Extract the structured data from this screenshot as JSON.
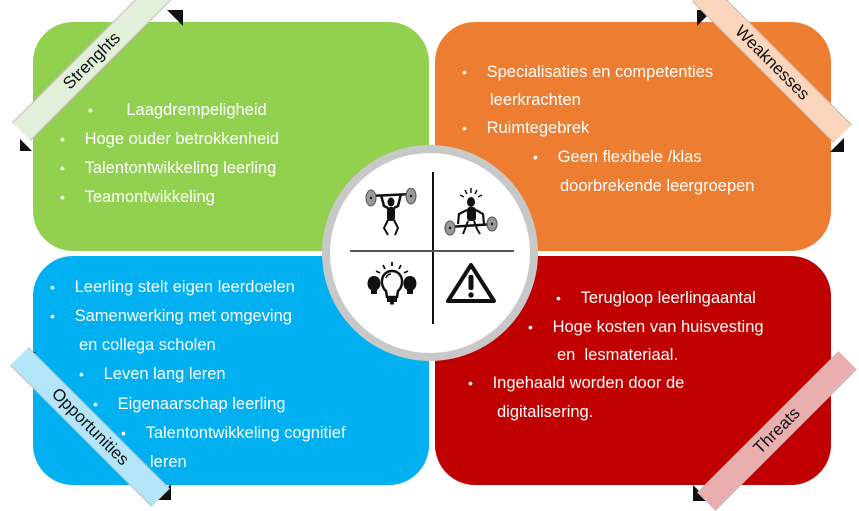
{
  "swot": {
    "strengths": {
      "title": "Strenghts",
      "color": "#92d050",
      "ribbon_color": "#e2f0d9",
      "items": [
        "Laagdrempeligheid",
        "Hoge ouder betrokkenheid",
        "Talentontwikkeling leerling",
        "Teamontwikkeling"
      ]
    },
    "weaknesses": {
      "title": "Weaknesses",
      "color": "#ed7d31",
      "ribbon_color": "#fbd5bc",
      "items": [
        "Specialisaties en competenties",
        "leerkrachten",
        "Ruimtegebrek",
        "Geen flexibele /klas",
        "doorbrekende leergroepen"
      ]
    },
    "opportunities": {
      "title": "Opportunities",
      "color": "#00b0f0",
      "ribbon_color": "#b3e6f9",
      "items": [
        "Leerling stelt eigen leerdoelen",
        "Samenwerking met omgeving",
        "en collega scholen",
        "Leven lang leren",
        "Eigenaarschap leerling",
        "Talentontwikkeling cognitief",
        "leren"
      ]
    },
    "threats": {
      "title": "Threats",
      "color": "#c00000",
      "ribbon_color": "#ebaeae",
      "items": [
        "Terugloop leerlingaantal",
        "Hoge kosten van huisvesting",
        "en  lesmateriaal.",
        "Ingehaald worden door de",
        "digitalisering."
      ]
    }
  },
  "center": {
    "icons": [
      "weightlifter-icon",
      "struggling-lifter-icon",
      "lightbulbs-icon",
      "warning-icon"
    ],
    "ring_color": "#c8c8c8"
  }
}
